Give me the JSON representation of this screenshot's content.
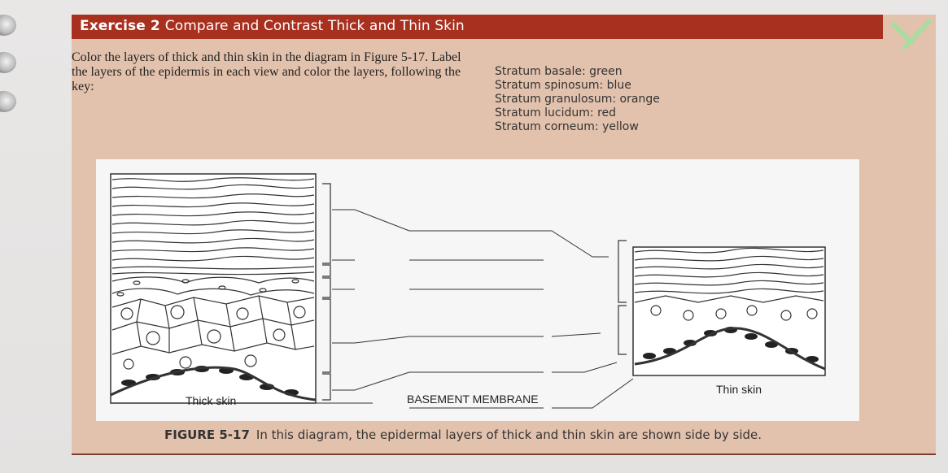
{
  "exercise": {
    "number_label": "Exercise 2",
    "title": "Compare and Contrast Thick and Thin Skin",
    "instructions": "Color the layers of thick and thin skin in the diagram in Figure 5-17. Label the layers of the epidermis in each view and color the layers, following the key:"
  },
  "key": [
    {
      "text": "Stratum basale: green",
      "color": "#2e9a3e"
    },
    {
      "text": "Stratum spinosum: blue",
      "color": "#2a5fc0"
    },
    {
      "text": "Stratum granulosum: orange",
      "color": "#f08a1c"
    },
    {
      "text": "Stratum lucidum: red",
      "color": "#d22a2a"
    },
    {
      "text": "Stratum corneum: yellow",
      "color": "#f1d533"
    }
  ],
  "figure": {
    "thick_label": "Thick skin",
    "thin_label": "Thin skin",
    "basement_label": "BASEMENT MEMBRANE",
    "caption_label": "FIGURE 5-17",
    "caption_text": "In this diagram, the epidermal layers of thick and thin skin are shown side by side."
  },
  "colors": {
    "title_bar": "#a8301f",
    "panel": "#e3c2ad",
    "check_mark": "#a9dca0"
  }
}
